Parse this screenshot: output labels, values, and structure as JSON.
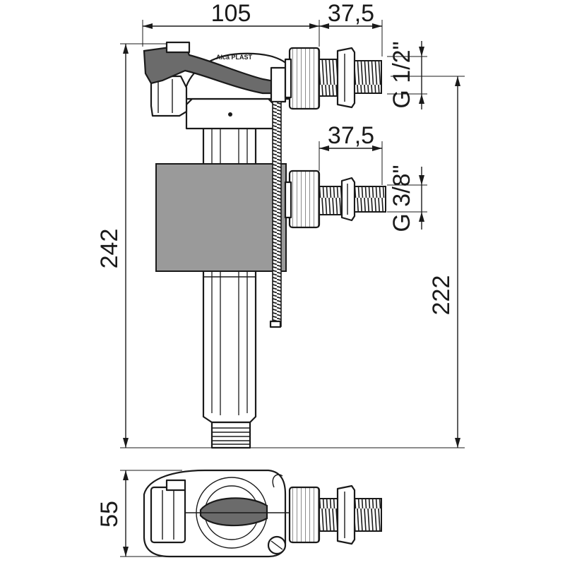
{
  "dimensions": {
    "body_width": "105",
    "top_outlet_length": "37,5",
    "top_thread": "G 1/2\"",
    "mid_outlet_length": "37,5",
    "mid_thread": "G 3/8\"",
    "total_height": "242",
    "inlet_height": "222",
    "depth": "55"
  },
  "brand_logo": "Alca PLAST",
  "colors": {
    "line": "#1a1a1a",
    "float_fill": "#9a9a9a",
    "arm_fill": "#6b6b6b",
    "background": "#ffffff"
  }
}
